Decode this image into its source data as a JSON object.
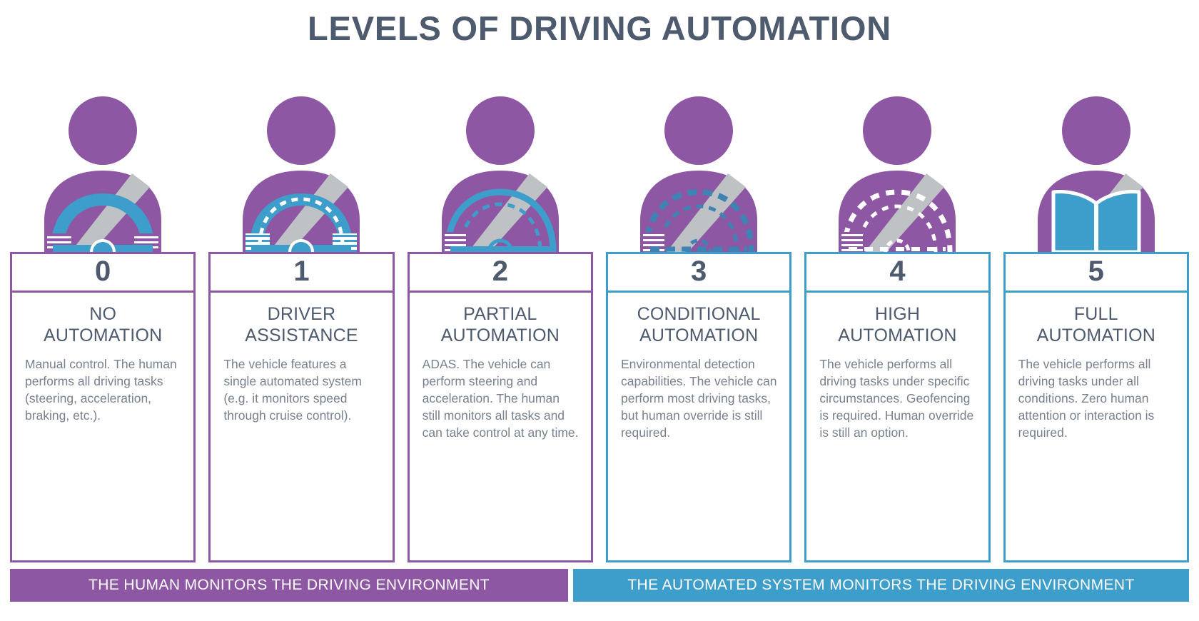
{
  "header": {
    "title": "LEVELS OF DRIVING AUTOMATION"
  },
  "colors": {
    "purple": "#8e57a4",
    "blue": "#3d9ecb",
    "heading_text": "#4e5a6e",
    "body_text": "#78818f",
    "seatbelt_gray": "#bfc2c4",
    "background": "#ffffff"
  },
  "levels": [
    {
      "number": "0",
      "name": "NO\nAUTOMATION",
      "description": "Manual control. The human performs all driving tasks (steering, acceleration, braking, etc.).",
      "accent": "purple",
      "icon": "driver-hands-on-wheel-icon"
    },
    {
      "number": "1",
      "name": "DRIVER\nASSISTANCE",
      "description": "The vehicle features a single automated system (e.g. it monitors speed through cruise control).",
      "accent": "purple",
      "icon": "driver-hands-dashed-wheel-icon"
    },
    {
      "number": "2",
      "name": "PARTIAL\nAUTOMATION",
      "description": "ADAS. The vehicle can perform steering and acceleration. The human still monitors all tasks and can take control at any time.",
      "accent": "purple",
      "icon": "driver-one-hand-wheel-icon"
    },
    {
      "number": "3",
      "name": "CONDITIONAL\nAUTOMATION",
      "description": "Environmental detection capabilities. The vehicle can perform most driving tasks, but human override is still required.",
      "accent": "blue",
      "icon": "driver-outline-wheel-icon"
    },
    {
      "number": "4",
      "name": "HIGH\nAUTOMATION",
      "description": "The vehicle performs all driving tasks under specific circumstances. Geofencing is required. Human override is still an option.",
      "accent": "blue",
      "icon": "driver-faded-wheel-icon"
    },
    {
      "number": "5",
      "name": "FULL\nAUTOMATION",
      "description": "The vehicle performs all driving tasks under all conditions. Zero human attention or interaction is required.",
      "accent": "blue",
      "icon": "passenger-reading-book-icon"
    }
  ],
  "banners": [
    {
      "label": "THE HUMAN MONITORS THE DRIVING ENVIRONMENT",
      "accent": "purple"
    },
    {
      "label": "THE AUTOMATED SYSTEM MONITORS THE DRIVING ENVIRONMENT",
      "accent": "blue"
    }
  ]
}
